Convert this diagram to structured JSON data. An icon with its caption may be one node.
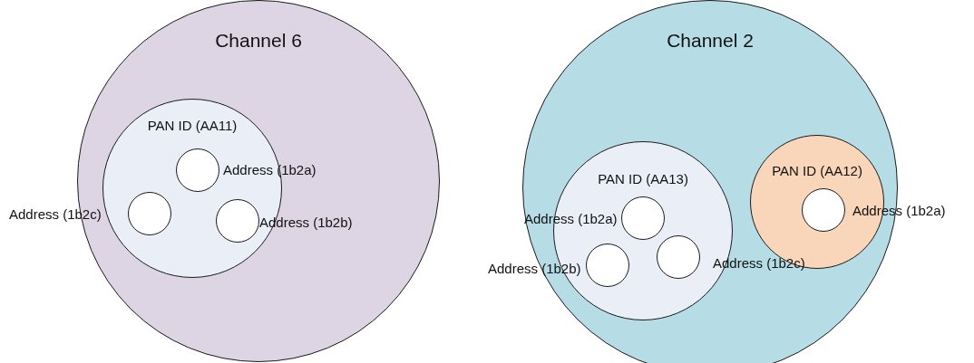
{
  "diagram": {
    "nodes": [
      {
        "text": [
          "Channel 6"
        ]
      },
      {
        "text": [
          "PAN ID (AA11)"
        ],
        "in": 0
      },
      {
        "text": [],
        "shape": "circle",
        "in": 1,
        "beside": [
          "Address (1b2a)"
        ]
      },
      {
        "text": [],
        "shape": "circle",
        "in": 1,
        "beside": [
          "Address (1b2c)"
        ]
      },
      {
        "text": [],
        "shape": "circle",
        "in": 1,
        "beside": [
          "Address (1b2b)"
        ]
      },
      {
        "text": [
          "Channel 2"
        ]
      },
      {
        "text": [
          "PAN ID (AA13)"
        ],
        "in": 5
      },
      {
        "text": [],
        "shape": "circle",
        "in": 6,
        "beside": [
          "Address (1b2a)"
        ]
      },
      {
        "text": [],
        "shape": "circle",
        "in": 6,
        "beside": [
          "Address (1b2b)"
        ]
      },
      {
        "text": [],
        "shape": "circle",
        "in": 6,
        "beside": [
          "Address (1b2c)"
        ]
      },
      {
        "text": [
          "PAN ID (AA12)"
        ],
        "in": 5
      },
      {
        "text": [],
        "shape": "circle",
        "in": 10,
        "beside": [
          "Address (1b2a)"
        ]
      }
    ],
    "edges": []
  }
}
